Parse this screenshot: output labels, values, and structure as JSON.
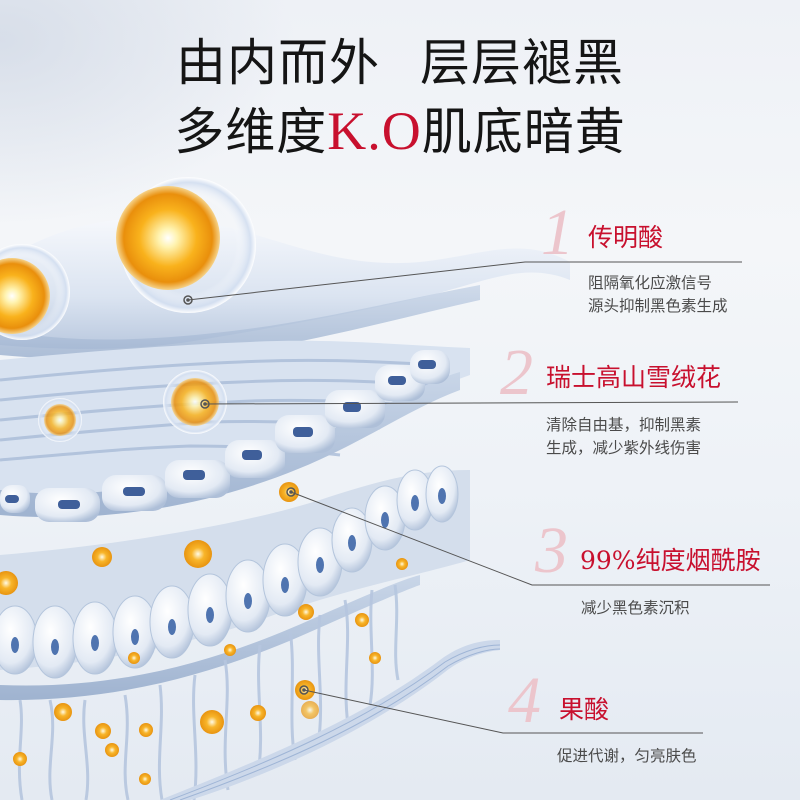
{
  "headline": {
    "line1_part1": "由内而外",
    "line1_part2": "层层褪黑",
    "line2_pre": "多维度",
    "line2_highlight": "K.O",
    "line2_post": "肌底暗黄"
  },
  "colors": {
    "accent_red": "#c8102e",
    "numeral_pink": "#ecc5cc",
    "body_text": "#4a4a4a",
    "headline_text": "#151515",
    "leader_line": "#555555"
  },
  "ingredients": [
    {
      "number": "1",
      "name": "传明酸",
      "description_lines": [
        "阻隔氧化应激信号",
        "源头抑制黑色素生成"
      ]
    },
    {
      "number": "2",
      "name": "瑞士高山雪绒花",
      "description_lines": [
        "清除自由基，抑制黑素",
        "生成，减少紫外线伤害"
      ]
    },
    {
      "number": "3",
      "name": "99%纯度烟酰胺",
      "description_lines": [
        "减少黑色素沉积"
      ]
    },
    {
      "number": "4",
      "name": "果酸",
      "description_lines": [
        "促进代谢，匀亮肤色"
      ]
    }
  ]
}
